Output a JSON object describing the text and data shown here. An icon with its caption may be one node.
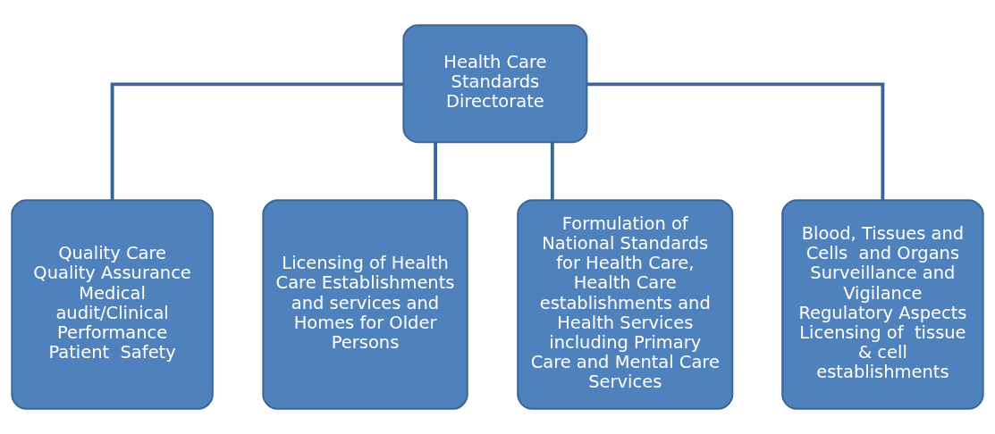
{
  "diagram": {
    "nodes": [
      {
        "text": [
          "Health Care Standards Directorate"
        ]
      },
      {
        "text": [
          "Quality Care",
          "Quality Assurance",
          "Medical audit/Clinical Performance",
          "Patient  Safety"
        ]
      },
      {
        "text": [
          "Licensing of Health Care Establishments and services and Homes for Older Persons"
        ]
      },
      {
        "text": [
          "Formulation of National Standards for Health Care, Health Care establishments and Health Services including Primary Care and Mental Care Services"
        ]
      },
      {
        "text": [
          "Blood, Tissues and Cells  and Organs",
          "Surveillance and Vigilance",
          "Regulatory Aspects",
          "Licensing of  tissue & cell establishments"
        ]
      }
    ],
    "edges": [
      {
        "from": 0,
        "to": 1,
        "arrow": "none"
      },
      {
        "from": 0,
        "to": 2,
        "arrow": "none"
      },
      {
        "from": 0,
        "to": 3,
        "arrow": "none"
      },
      {
        "from": 0,
        "to": 4,
        "arrow": "none"
      }
    ]
  }
}
